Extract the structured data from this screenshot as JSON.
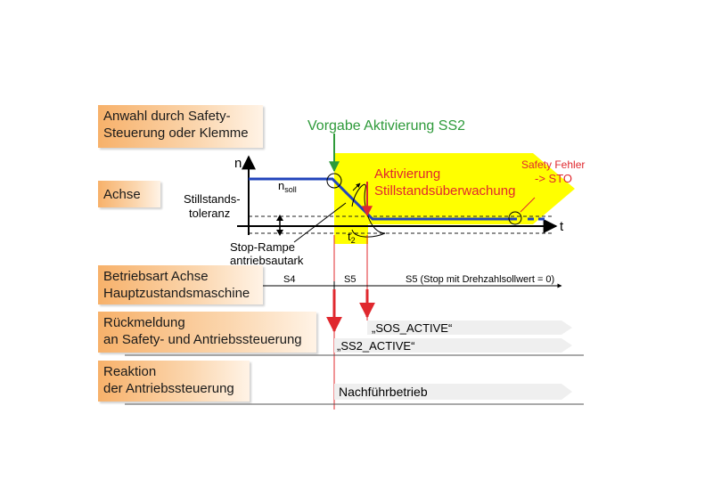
{
  "row_labels": {
    "selection": "Anwahl durch Safety-\nSteuerung oder Klemme",
    "axis": "Achse",
    "mode": "Betriebsart Achse\nHauptzustandsmaschine",
    "feedback": "Rückmeldung\nan Safety- und Antriebssteuerung",
    "reaction": "Reaktion\nder Antriebssteuerung"
  },
  "annotations": {
    "trigger": "Vorgabe Aktivierung SS2",
    "activation_line1": "Aktivierung",
    "activation_line2": "Stillstandsüberwachung",
    "fault_line1": "Safety Fehler",
    "fault_line2": "-> STO",
    "tolerance_line1": "Stillstands-",
    "tolerance_line2": "toleranz",
    "ramp_line1": "Stop-Rampe",
    "ramp_line2": "antriebsautark",
    "n_soll_main": "n",
    "n_soll_sub": "soll",
    "t2_main": "t",
    "t2_sub": "2"
  },
  "axes": {
    "y_label": "n",
    "x_label": "t"
  },
  "states": {
    "s4": "S4",
    "s5": "S5",
    "s5_long": "S5 (Stop mit Drehzahlsollwert = 0)"
  },
  "feedback_signals": {
    "sos": "„SOS_ACTIVE“",
    "ss2": "„SS2_ACTIVE“"
  },
  "reaction_signal": "Nachführbetrieb",
  "colors": {
    "green": "#2e9a3a",
    "red": "#e0282e",
    "yellow": "#ffff00",
    "blue": "#2244bb",
    "orange_label": "#f7b16a"
  }
}
